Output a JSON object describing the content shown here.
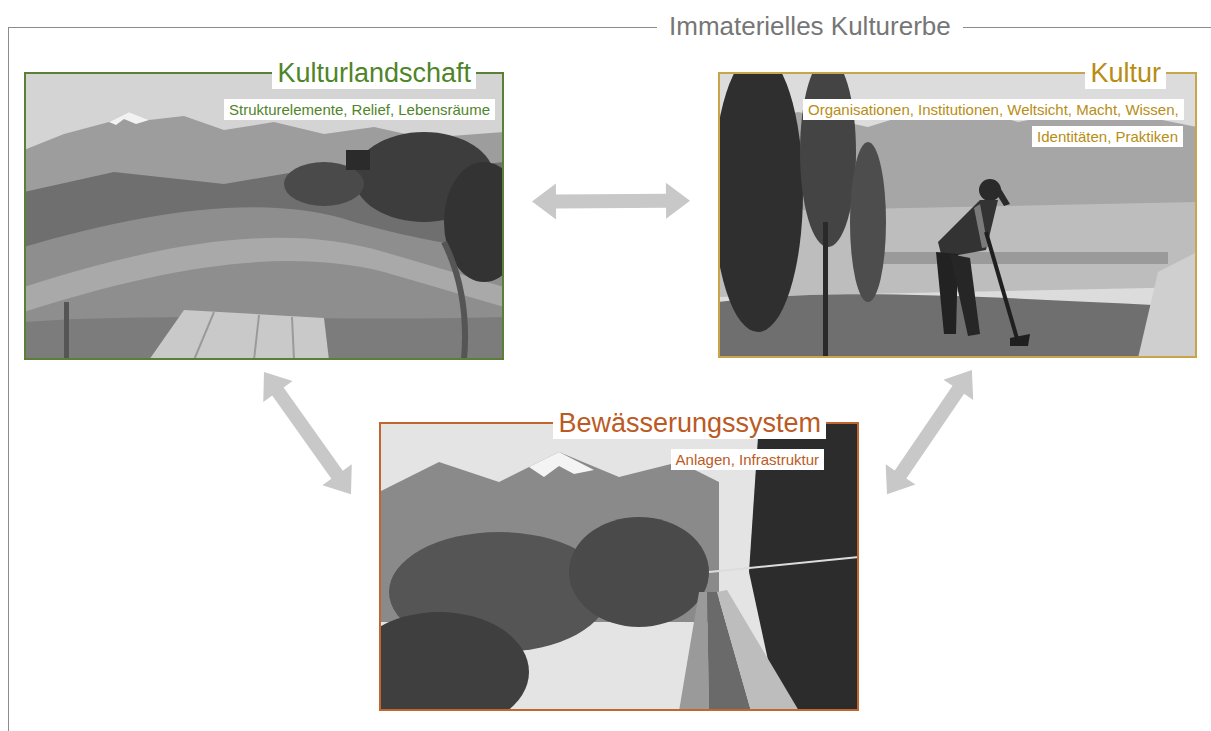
{
  "diagram": {
    "nodes": [
      {
        "text": [
          "Immaterielles Kulturerbe"
        ]
      },
      {
        "text": [
          "Kulturlandschaft",
          "Strukturelemente, Relief, Lebensräume"
        ],
        "in": 0
      },
      {
        "text": [
          "Kultur",
          "Organisationen, Institutionen, Weltsicht, Macht, Wissen, Identitäten, Praktiken"
        ],
        "in": 0
      },
      {
        "text": [
          "Bewässerungssystem",
          "Anlagen, Infrastruktur"
        ],
        "in": 0
      }
    ],
    "edges": [
      {
        "from": 1,
        "to": 2,
        "arrow": "both"
      },
      {
        "from": 1,
        "to": 3,
        "arrow": "both"
      },
      {
        "from": 2,
        "to": 3,
        "arrow": "both"
      }
    ]
  }
}
